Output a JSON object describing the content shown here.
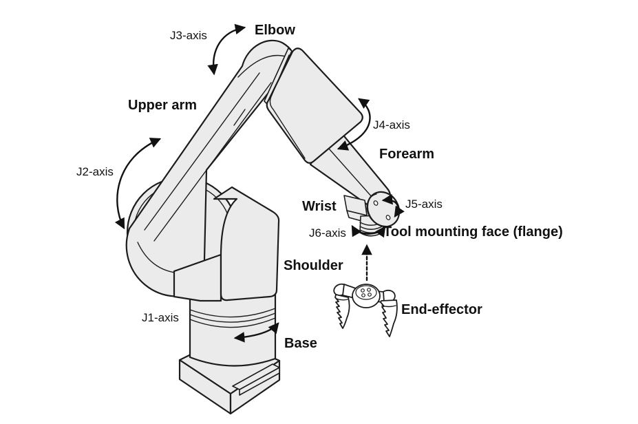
{
  "diagram": {
    "type": "six-axis-industrial-robot-arm",
    "part_labels": {
      "elbow": "Elbow",
      "upper_arm": "Upper arm",
      "forearm": "Forearm",
      "wrist": "Wrist",
      "tool_mounting_face": "Tool mounting face (flange)",
      "shoulder": "Shoulder",
      "base": "Base",
      "end_effector": "End-effector"
    },
    "axis_labels": {
      "j1": "J1-axis",
      "j2": "J2-axis",
      "j3": "J3-axis",
      "j4": "J4-axis",
      "j5": "J5-axis",
      "j6": "J6-axis"
    },
    "colors": {
      "background": "#ffffff",
      "body_fill": "#ebebeb",
      "line": "#1c1c1c",
      "text": "#111111"
    }
  }
}
